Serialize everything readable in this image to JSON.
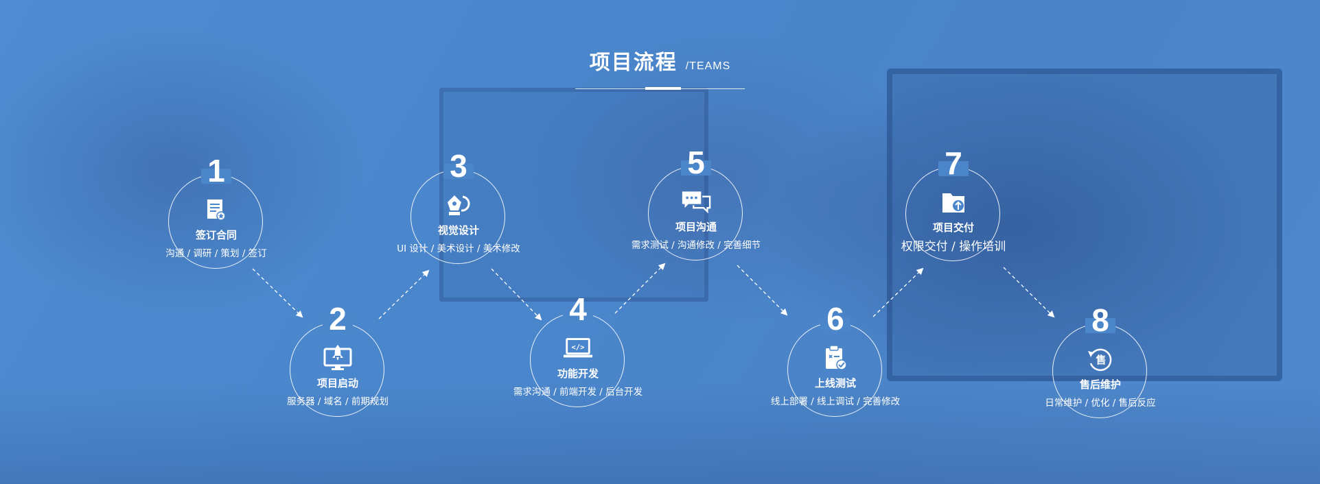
{
  "header": {
    "title": "项目流程",
    "subtitle": "/TEAMS"
  },
  "steps": [
    {
      "number": "1",
      "icon": "contract-icon",
      "label": "签订合同",
      "desc": "沟通 / 调研 / 策划 / 签订"
    },
    {
      "number": "2",
      "icon": "rocket-monitor-icon",
      "label": "项目启动",
      "desc": "服务器 / 域名 / 前期规划"
    },
    {
      "number": "3",
      "icon": "pen-tool-icon",
      "label": "视觉设计",
      "desc": "UI 设计 / 美术设计 / 美术修改"
    },
    {
      "number": "4",
      "icon": "code-laptop-icon",
      "label": "功能开发",
      "desc": "需求沟通 / 前端开发 / 后台开发"
    },
    {
      "number": "5",
      "icon": "chat-bubbles-icon",
      "label": "项目沟通",
      "desc": "需求测试 / 沟通修改 / 完善细节"
    },
    {
      "number": "6",
      "icon": "clipboard-check-icon",
      "label": "上线测试",
      "desc": "线上部署 / 线上调试 / 完善修改"
    },
    {
      "number": "7",
      "icon": "folder-upload-icon",
      "label": "项目交付",
      "desc": "权限交付 / 操作培训"
    },
    {
      "number": "8",
      "icon": "refresh-service-icon",
      "label": "售后维护",
      "desc": "日常维护 / 优化 / 售后反应",
      "icon_text": "售"
    }
  ],
  "colors": {
    "background": "#4a86cc",
    "foreground": "#ffffff"
  }
}
